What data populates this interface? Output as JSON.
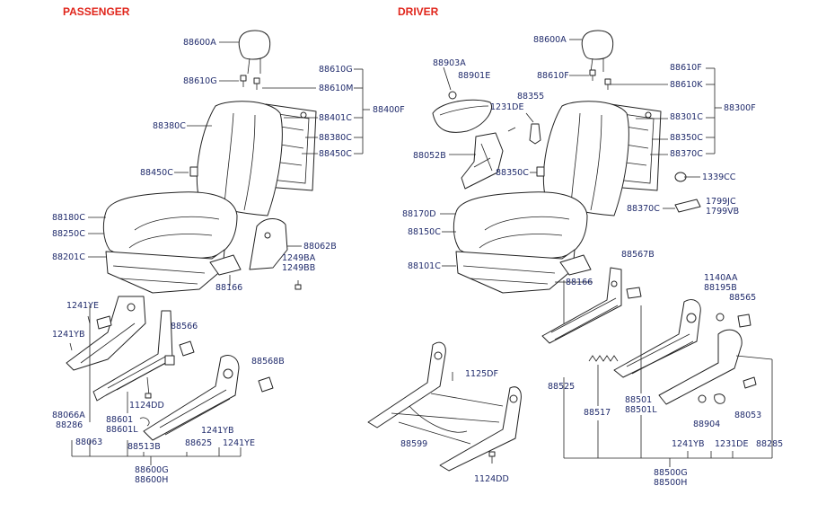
{
  "sections": {
    "passenger": "PASSENGER",
    "driver": "DRIVER"
  },
  "colors": {
    "section_title": "#e0251b",
    "label_text": "#1f2a6b",
    "line_art": "#222222"
  },
  "passenger_labels": {
    "p88600A": "88600A",
    "p88610G": "88610G",
    "p88610G_r": "88610G",
    "p88610M": "88610M",
    "p88401C": "88401C",
    "p88400F": "88400F",
    "p88380C_l": "88380C",
    "p88380C_r": "88380C",
    "p88450C_r": "88450C",
    "p88450C_l": "88450C",
    "p88180C": "88180C",
    "p88250C": "88250C",
    "p88201C": "88201C",
    "p88062B": "88062B",
    "p1249BA": "1249BA",
    "p1249BB": "1249BB",
    "p88166": "88166",
    "p1241YE_a": "1241YE",
    "p1241YB_a": "1241YB",
    "p88566": "88566",
    "p88568B": "88568B",
    "p1124DD": "1124DD",
    "p88066A": "88066A",
    "p88286": "88286",
    "p88601": "88601",
    "p88601L": "88601L",
    "p88063": "88063",
    "p88513B": "88513B",
    "p1241YB_b": "1241YB",
    "p88625": "88625",
    "p1241YE_b": "1241YE",
    "p88600G": "88600G",
    "p88600H": "88600H"
  },
  "driver_labels": {
    "d88600A": "88600A",
    "d88903A": "88903A",
    "d88901E": "88901E",
    "d88610F_l": "88610F",
    "d88610F_r": "88610F",
    "d88610K": "88610K",
    "d88355": "88355",
    "d1231DE_a": "1231DE",
    "d88301C": "88301C",
    "d88300F": "88300F",
    "d88350C_r": "88350C",
    "d88370C_r": "88370C",
    "d88052B": "88052B",
    "d88350C_l": "88350C",
    "d1339CC": "1339CC",
    "d1799JC": "1799JC",
    "d1799VB": "1799VB",
    "d88170D": "88170D",
    "d88370C_l": "88370C",
    "d88150C": "88150C",
    "d88101C": "88101C",
    "d88567B": "88567B",
    "d88166": "88166",
    "d1140AA": "1140AA",
    "d88195B": "88195B",
    "d88565": "88565",
    "d1125DF": "1125DF",
    "d88525": "88525",
    "d88517": "88517",
    "d88501": "88501",
    "d88501L": "88501L",
    "d88904": "88904",
    "d88053": "88053",
    "d88599": "88599",
    "d1241YB": "1241YB",
    "d1231DE_b": "1231DE",
    "d88285": "88285",
    "d1124DD": "1124DD",
    "d88500G": "88500G",
    "d88500H": "88500H"
  }
}
